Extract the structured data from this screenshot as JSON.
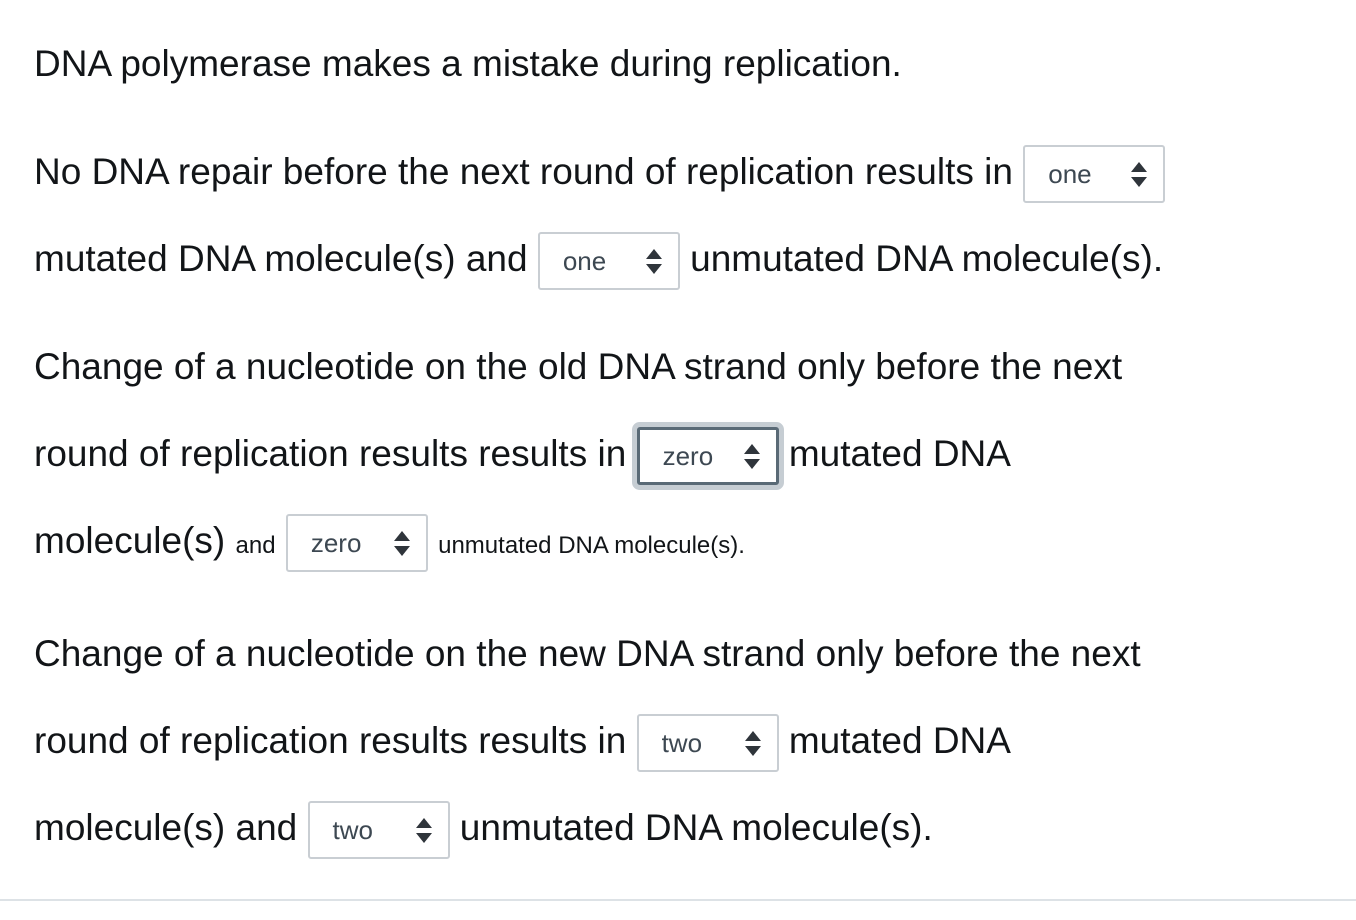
{
  "page": {
    "background_color": "#ffffff",
    "text_color": "#121518",
    "divider_color": "#dde2e6"
  },
  "select_style": {
    "border_color": "#c9ced3",
    "value_text_color": "#3d4852",
    "arrow_color": "#2f353b",
    "focus_border_color": "#5a6a76",
    "focus_ring_color": "#c6cdd3"
  },
  "content": {
    "p1": {
      "line1": "DNA polymerase makes a mistake during replication."
    },
    "p2": {
      "line1": "No DNA repair before the next round of replication results in",
      "select_a": "one",
      "line2a": "mutated DNA molecule(s) and",
      "select_b": "one",
      "line2b": "unmutated DNA molecule(s)."
    },
    "p3": {
      "line1": "Change of a nucleotide on the old DNA strand only before the next",
      "line2a": "round of replication results results in",
      "select_a": "zero",
      "line2b": "mutated DNA",
      "line3a": "molecule(s)",
      "line3b": "and",
      "select_b": "zero",
      "line3c": "unmutated DNA molecule(s)."
    },
    "p4": {
      "line1": "Change of a nucleotide on the new DNA strand only before the next",
      "line2a": "round of replication results results in",
      "select_a": "two",
      "line2b": "mutated DNA",
      "line3a": "molecule(s) and",
      "select_b": "two",
      "line3b": "unmutated DNA molecule(s)."
    }
  }
}
